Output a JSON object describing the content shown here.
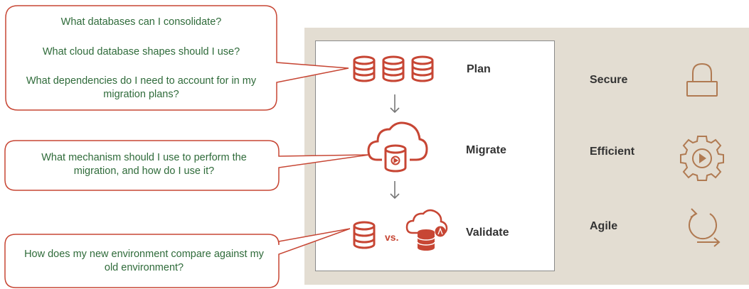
{
  "questions": {
    "plan": [
      "What databases can I consolidate?",
      "What cloud database shapes should I use?",
      "What dependencies do I need to account for in my migration plans?"
    ],
    "migrate": "What mechanism should I use to perform the migration, and how do I use it?",
    "validate": "How does my new environment compare against my old environment?"
  },
  "steps": {
    "plan": "Plan",
    "migrate": "Migrate",
    "validate": "Validate",
    "vs": "vs."
  },
  "attributes": {
    "secure": "Secure",
    "efficient": "Efficient",
    "agile": "Agile"
  },
  "icons": {
    "plan": "three-database-cylinders-icon",
    "migrate": "cloud-with-database-gear-icon",
    "validate_old": "database-cylinder-icon",
    "validate_new": "cloud-database-icon",
    "secure": "padlock-icon",
    "efficient": "gear-with-play-icon",
    "agile": "circular-arrow-icon"
  },
  "colors": {
    "accent_red": "#c74634",
    "question_green": "#2f6b3a",
    "panel_beige": "#e3ddd2",
    "icon_brown": "#b07a52"
  }
}
